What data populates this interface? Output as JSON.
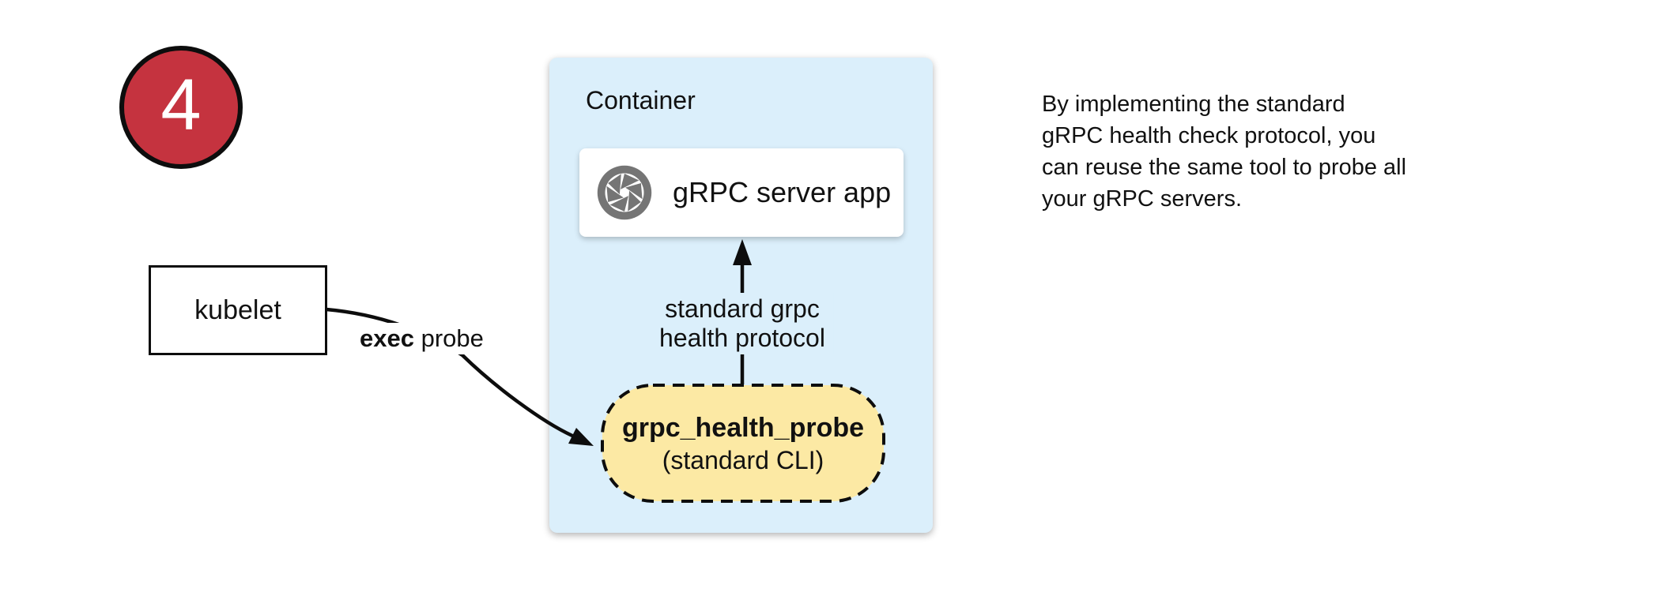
{
  "badge": {
    "number": "4",
    "fill": "#C5333F"
  },
  "kubelet": {
    "label": "kubelet"
  },
  "exec_probe": {
    "bold": "exec",
    "rest": " probe"
  },
  "container": {
    "title": "Container",
    "fill": "#DBEFFB",
    "server_box": {
      "label": "gRPC server app",
      "icon": "aperture-icon",
      "icon_color": "#757575"
    },
    "protocol_label": {
      "line1": "standard grpc",
      "line2": "health protocol"
    },
    "probe_pill": {
      "name": "grpc_health_probe",
      "subtitle": "(standard CLI)",
      "fill": "#FCE9A4"
    }
  },
  "note": {
    "lines": [
      "By implementing the standard",
      "gRPC health check protocol, you",
      "can reuse the same tool to probe all",
      "your gRPC servers."
    ]
  }
}
